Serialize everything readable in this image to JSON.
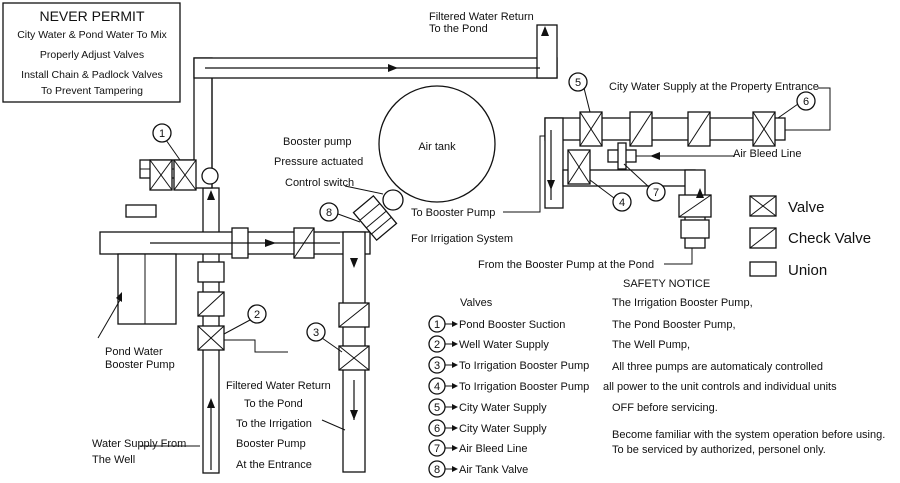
{
  "never_permit": {
    "title": "NEVER PERMIT",
    "line1": "City Water & Pond Water To Mix",
    "line2": "Properly Adjust Valves",
    "line3": "Install Chain & Padlock Valves",
    "line4": "To Prevent Tampering"
  },
  "labels": {
    "filtered_return_top_1": "Filtered Water Return",
    "filtered_return_top_2": "To the Pond",
    "city_supply_entrance": "City Water Supply at the Property Entrance",
    "air_tank": "Air tank",
    "booster_switch_1": "Booster pump",
    "booster_switch_2": "Pressure actuated",
    "booster_switch_3": "Control switch",
    "air_bleed_line": "Air Bleed Line",
    "to_booster_pump": "To Booster Pump",
    "for_irrigation": "For Irrigation System",
    "from_booster_pond": "From the Booster Pump at the Pond",
    "pond_booster_1": "Pond Water",
    "pond_booster_2": "Booster Pump",
    "filtered_return_bottom_1": "Filtered Water Return",
    "filtered_return_bottom_2": "To the Pond",
    "to_irrigation_1": "To the Irrigation",
    "to_irrigation_2": "Booster Pump",
    "to_irrigation_3": "At the Entrance",
    "water_supply_1": "Water Supply From",
    "water_supply_2": "The Well"
  },
  "callouts": [
    "1",
    "2",
    "3",
    "4",
    "5",
    "6",
    "7",
    "8"
  ],
  "legend": {
    "valve": "Valve",
    "check_valve": "Check Valve",
    "union": "Union"
  },
  "valves_list": {
    "title": "Valves",
    "items": [
      {
        "num": "1",
        "text": "Pond Booster Suction"
      },
      {
        "num": "2",
        "text": "Well Water Supply"
      },
      {
        "num": "3",
        "text": "To Irrigation Booster Pump"
      },
      {
        "num": "4",
        "text": "To Irrigation Booster Pump"
      },
      {
        "num": "5",
        "text": "City Water Supply"
      },
      {
        "num": "6",
        "text": "City Water Supply"
      },
      {
        "num": "7",
        "text": "Air Bleed Line"
      },
      {
        "num": "8",
        "text": "Air Tank Valve"
      }
    ]
  },
  "safety": {
    "title": "SAFETY NOTICE",
    "lines": [
      "The Irrigation Booster Pump,",
      "The Pond Booster Pump,",
      "The Well Pump,",
      "All three pumps are automaticaly controlled",
      "all power to the unit controls and individual units",
      "OFF before servicing."
    ],
    "footer": [
      "Become familiar with the system operation before using.",
      "To be serviced by authorized, personel only."
    ]
  }
}
